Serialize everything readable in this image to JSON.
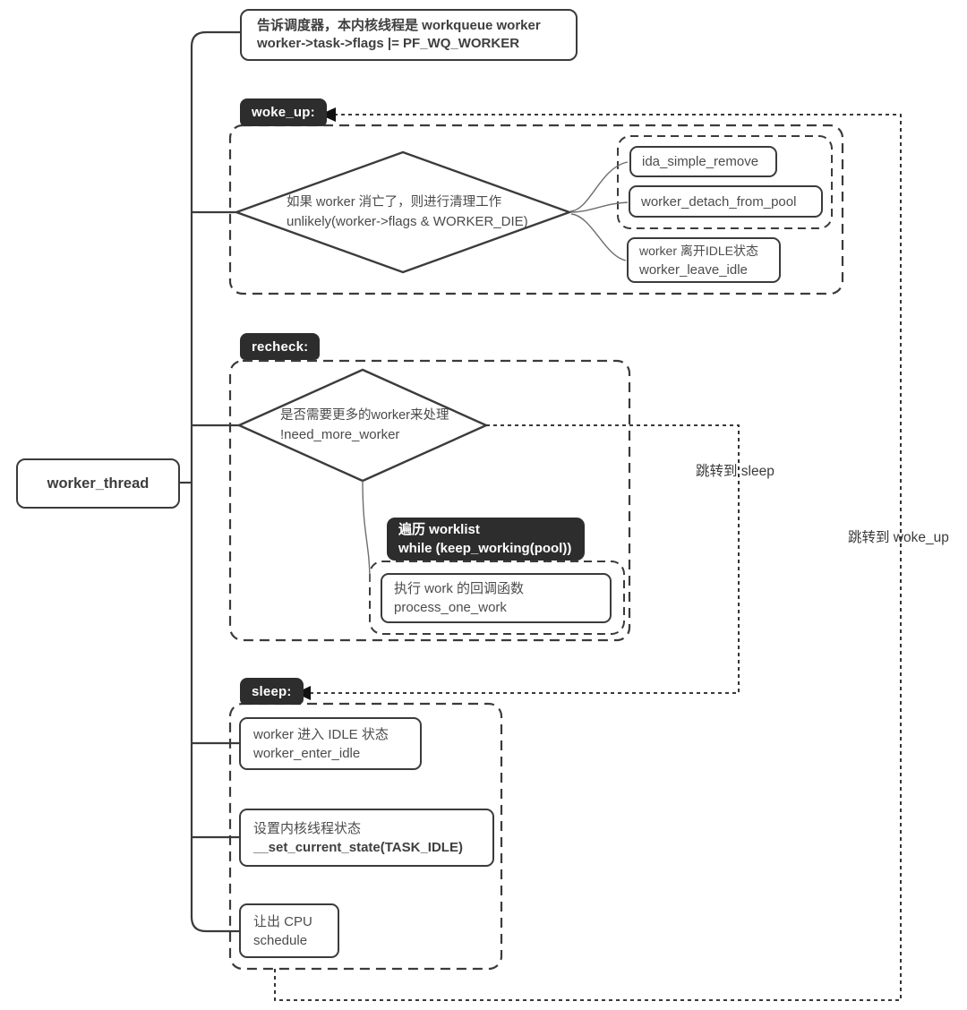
{
  "diagram": {
    "root_label": "worker_thread",
    "top_note": {
      "line1": "告诉调度器，本内核线程是 workqueue worker",
      "line2": "worker->task->flags |= PF_WQ_WORKER"
    },
    "woke_up": {
      "badge": "woke_up:",
      "diamond": {
        "line1": "如果 worker 消亡了，则进行清理工作",
        "line2": "unlikely(worker->flags & WORKER_DIE)"
      },
      "box_ida": "ida_simple_remove",
      "box_detach": "worker_detach_from_pool",
      "box_leave_idle": {
        "line1": "worker 离开IDLE状态",
        "line2": "worker_leave_idle"
      }
    },
    "recheck": {
      "badge": "recheck:",
      "diamond": {
        "line1": "是否需要更多的worker来处理",
        "line2": "!need_more_worker"
      },
      "loop_header": {
        "line1": "遍历 worklist",
        "line2": "while (keep_working(pool))"
      },
      "process_box": {
        "line1": "执行 work 的回调函数",
        "line2": "process_one_work"
      }
    },
    "sleep": {
      "badge": "sleep:",
      "box_enter_idle": {
        "line1": "worker 进入 IDLE 状态",
        "line2": "worker_enter_idle"
      },
      "box_set_state": {
        "line1": "设置内核线程状态",
        "line2": "__set_current_state(TASK_IDLE)"
      },
      "box_schedule": {
        "line1": "让出 CPU",
        "line2": "schedule"
      }
    },
    "jump_labels": {
      "to_sleep": "跳转到 sleep",
      "to_woke_up": "跳转到 woke_up"
    },
    "colors": {
      "line": "#3b3b3b",
      "badge_bg": "#2d2d2d",
      "badge_text": "#ffffff",
      "text": "#4a4a4a",
      "background": "#ffffff"
    }
  }
}
